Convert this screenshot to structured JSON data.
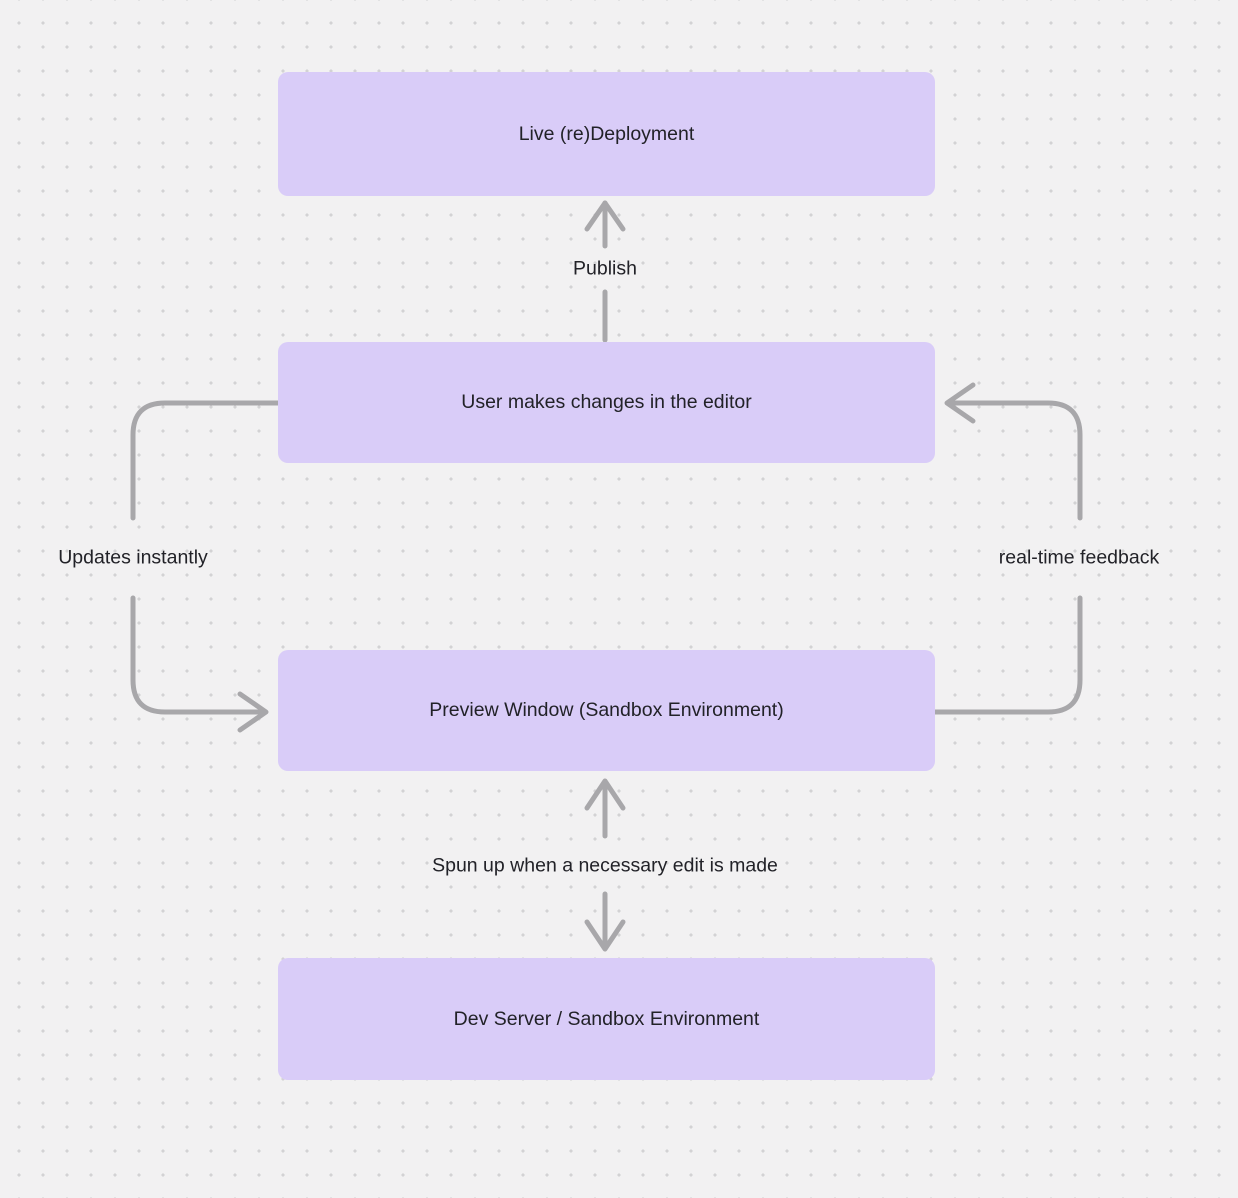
{
  "diagram": {
    "nodes": [
      {
        "id": "live-redeployment",
        "label": "Live (re)Deployment"
      },
      {
        "id": "user-editor",
        "label": "User makes changes in the editor"
      },
      {
        "id": "preview-window",
        "label": "Preview Window (Sandbox Environment)"
      },
      {
        "id": "dev-server",
        "label": "Dev Server / Sandbox Environment"
      }
    ],
    "edges": [
      {
        "id": "publish",
        "from": "user-editor",
        "to": "live-redeployment",
        "label": "Publish"
      },
      {
        "id": "updates-instantly",
        "from": "user-editor",
        "to": "preview-window",
        "label": "Updates instantly"
      },
      {
        "id": "realtime-feedback",
        "from": "preview-window",
        "to": "user-editor",
        "label": "real-time feedback"
      },
      {
        "id": "spun-up",
        "from": "preview-window",
        "to": "dev-server",
        "bidirectional": true,
        "label": "Spun up when a necessary edit is made"
      }
    ],
    "colors": {
      "background": "#f2f1f2",
      "dot": "#d3d2d4",
      "node_fill": "#d9ccf8",
      "node_text": "#222228",
      "label_text": "#222228",
      "arrow": "#a8a7aa"
    }
  }
}
